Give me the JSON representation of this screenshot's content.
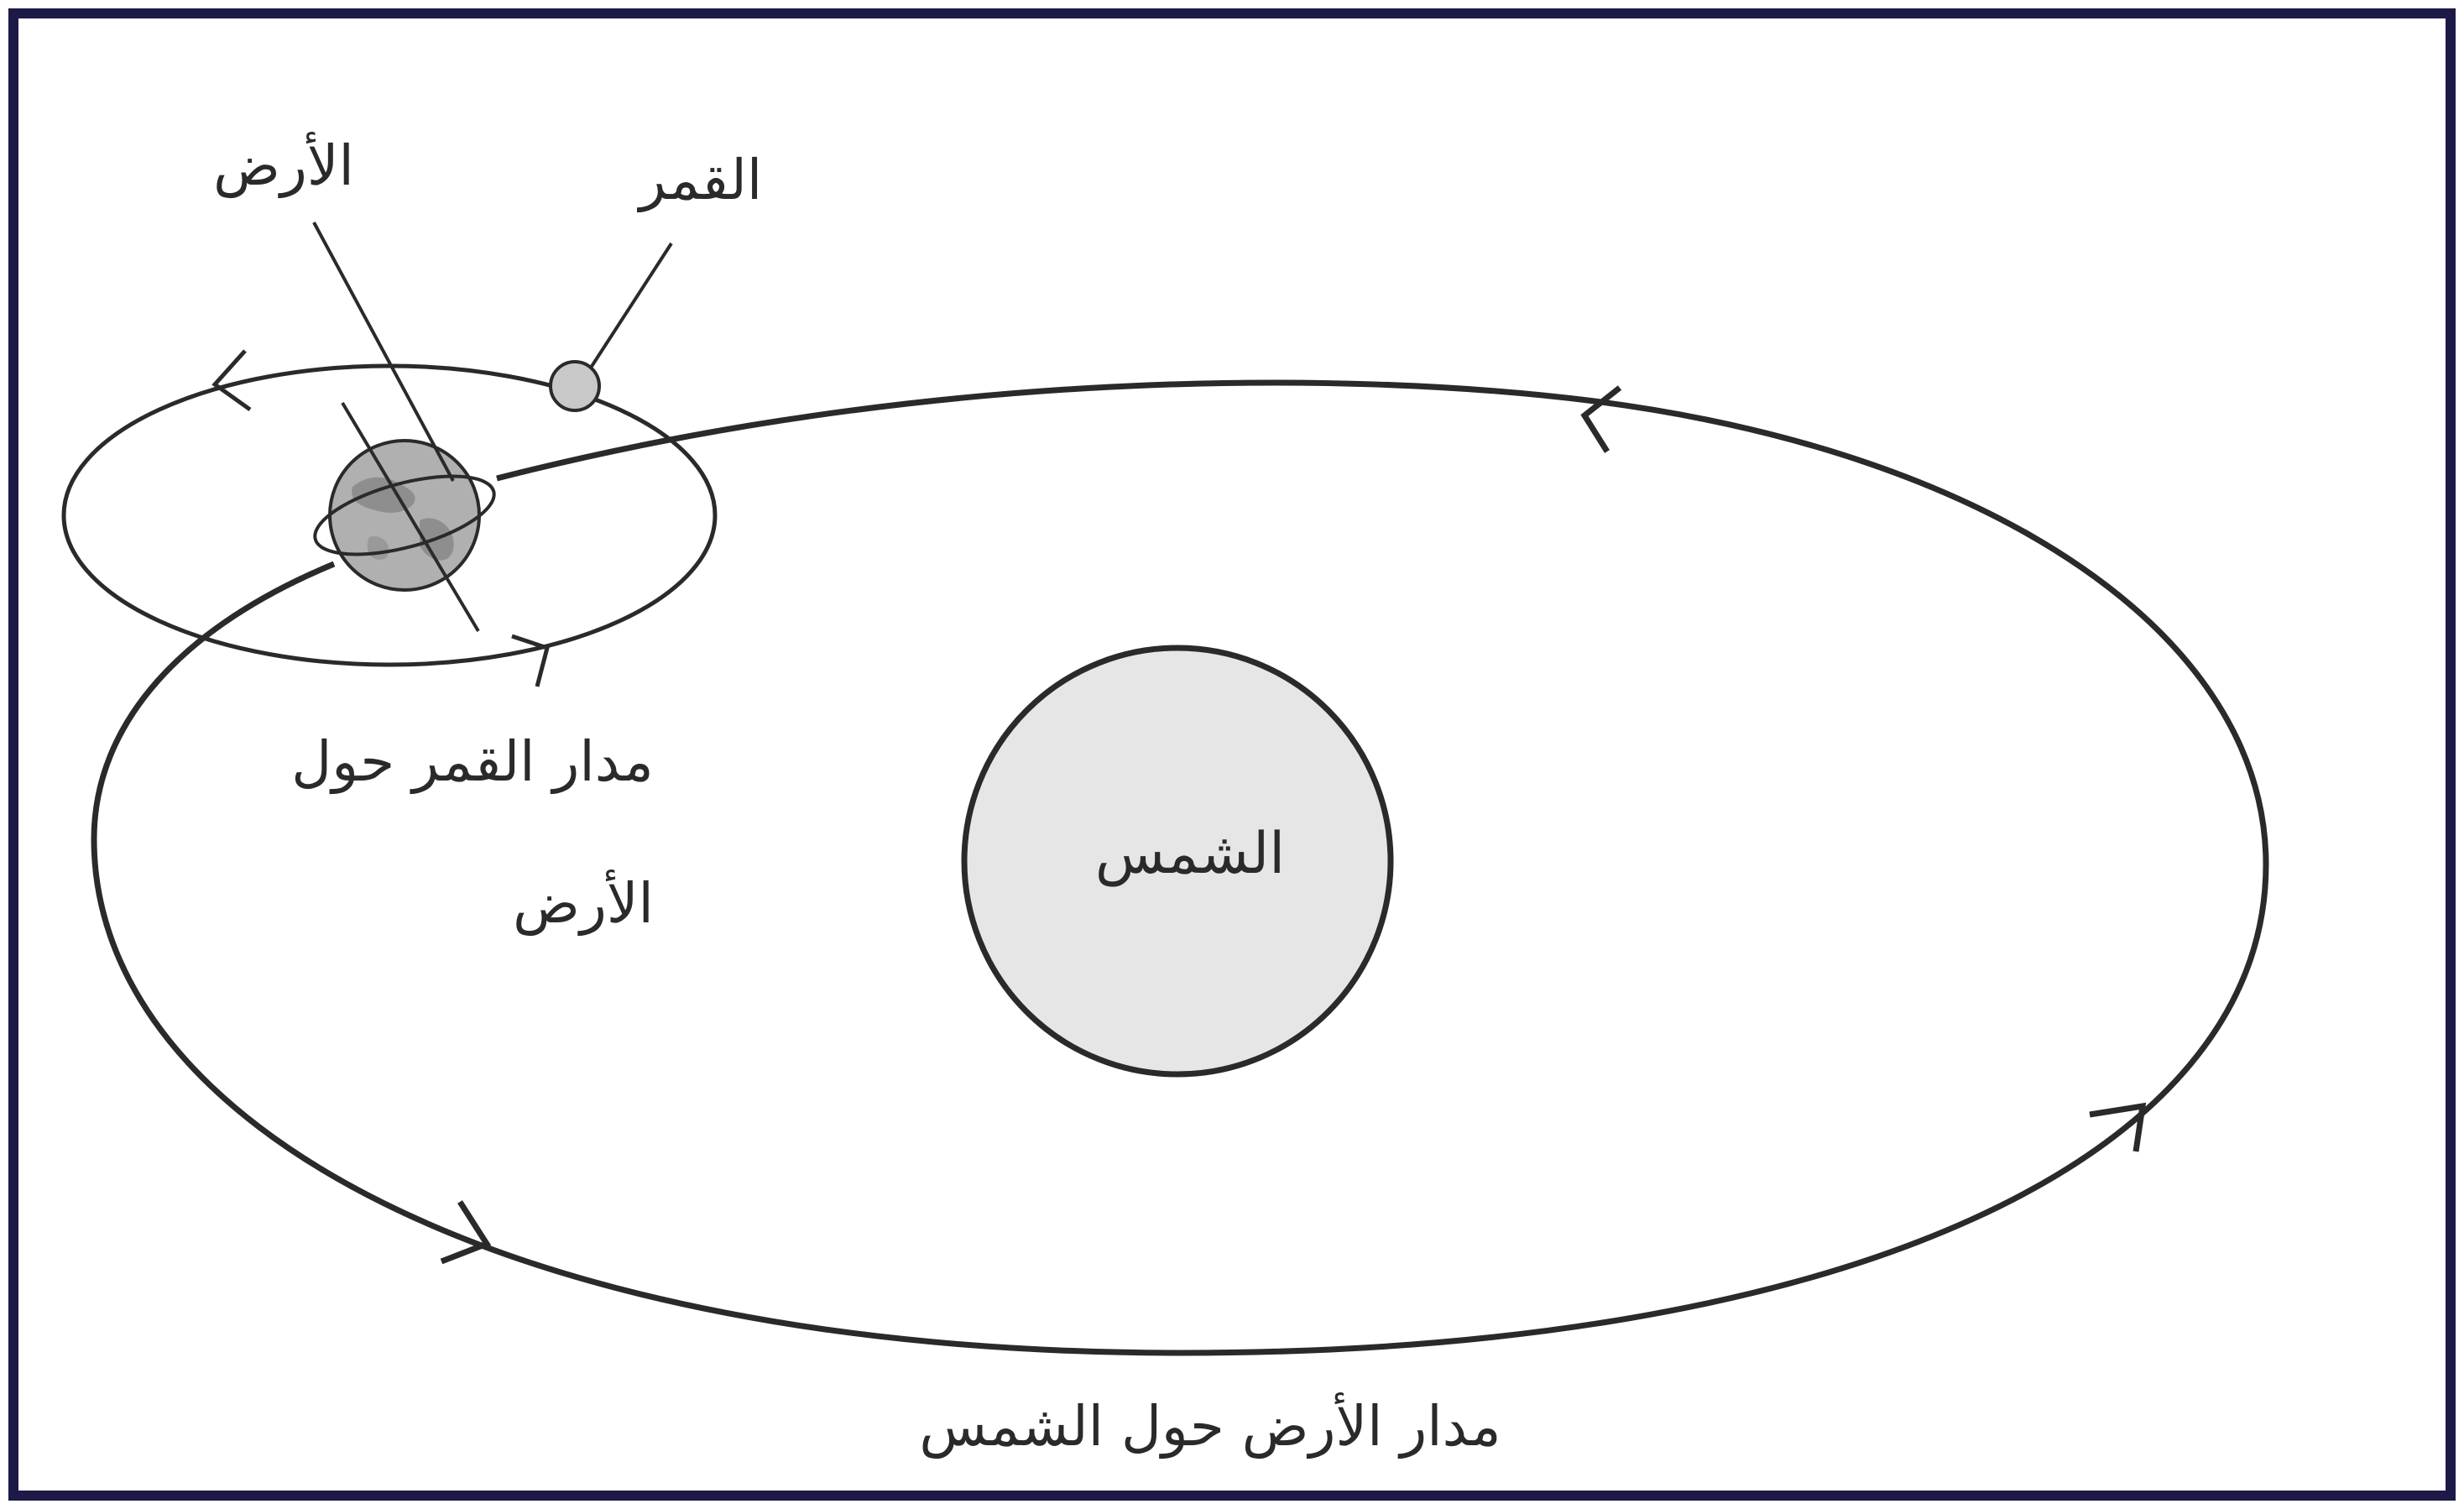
{
  "labels": {
    "earth": "الأرض",
    "moon": "القمر",
    "moon_orbit_line1": "مدار القمر حول",
    "moon_orbit_line2": "الأرض",
    "sun": "الشمس",
    "earth_orbit": "مدار الأرض حول الشمس"
  },
  "colors": {
    "border": "#1d1a47",
    "line": "#2a2a2a",
    "sun_fill": "#e6e6e6",
    "moon_fill": "#c8c8c8",
    "earth_fill": "#b0b0b0"
  }
}
